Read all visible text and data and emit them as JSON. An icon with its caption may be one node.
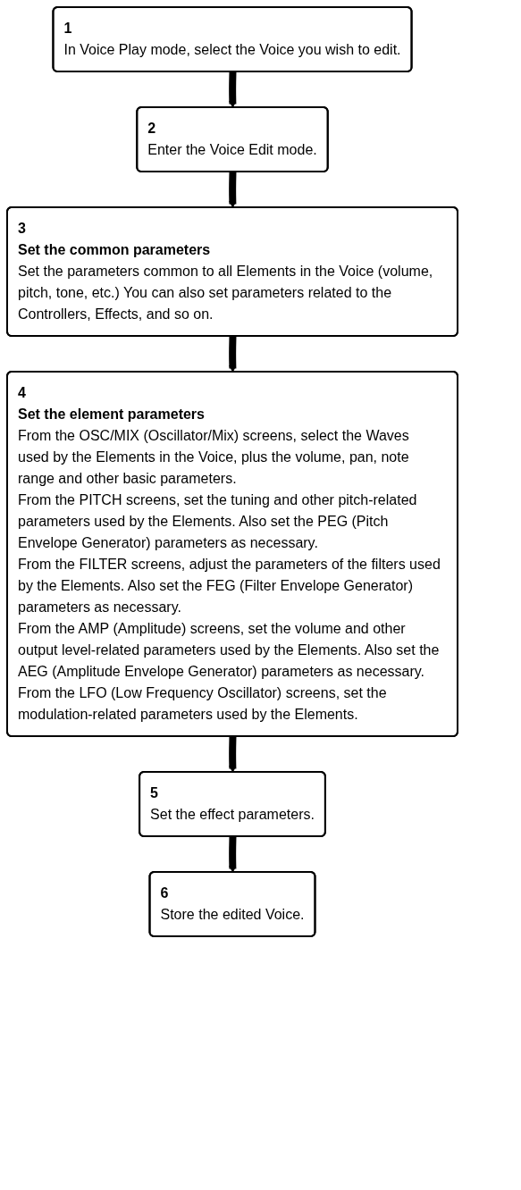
{
  "diagram": {
    "nodes": [
      {
        "text": [
          "1",
          "In Voice Play mode, select the Voice you wish to edit."
        ]
      },
      {
        "text": [
          "2",
          "Enter the Voice Edit mode."
        ]
      },
      {
        "text": [
          "3",
          "Set the common parameters",
          "Set the parameters common to all Elements in the Voice (volume, pitch, tone, etc.) You can also set parameters related to the Controllers, Effects, and so on."
        ]
      },
      {
        "text": [
          "4",
          "Set the element parameters",
          "From the OSC/MIX (Oscillator/Mix) screens, select the Waves used by the Elements in the Voice, plus the volume, pan, note range and other basic parameters.",
          "From the PITCH screens, set the tuning and other pitch-related parameters used by the Elements. Also set the PEG (Pitch Envelope Generator) parameters as necessary.",
          "From the FILTER screens, adjust the parameters of the filters used by the Elements. Also set the FEG (Filter Envelope Generator) parameters as necessary.",
          "From the AMP (Amplitude) screens, set the volume and other output level-related parameters used by the Elements. Also set the AEG (Amplitude Envelope Generator) parameters as necessary.",
          "From the LFO (Low Frequency Oscillator) screens, set the modulation-related parameters used by the Elements."
        ]
      },
      {
        "text": [
          "5",
          "Set the effect parameters."
        ]
      },
      {
        "text": [
          "6",
          "Store the edited Voice."
        ]
      }
    ],
    "edges": [
      {
        "from": 0,
        "to": 1,
        "arrow": "to"
      },
      {
        "from": 1,
        "to": 2,
        "arrow": "to"
      },
      {
        "from": 2,
        "to": 3,
        "arrow": "to"
      },
      {
        "from": 3,
        "to": 4,
        "arrow": "to"
      },
      {
        "from": 4,
        "to": 5,
        "arrow": "to"
      }
    ]
  }
}
